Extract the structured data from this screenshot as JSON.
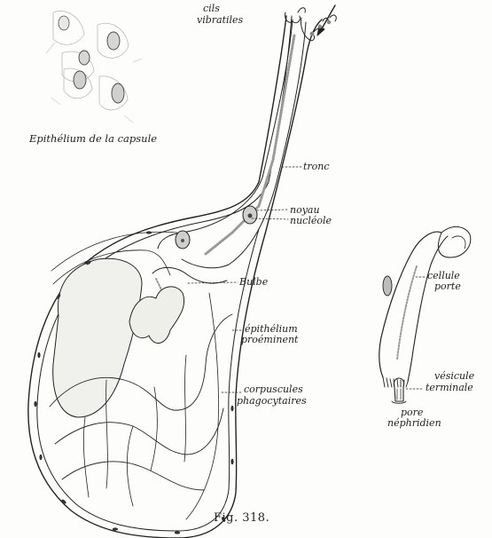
{
  "figure": {
    "caption": "Fig. 318.",
    "colors": {
      "ink": "#222222",
      "paper": "#fdfdfb",
      "stipple": "#8c8c8c"
    }
  },
  "labels": {
    "cils_vibratiles_1": "cils",
    "cils_vibratiles_2": "vibratiles",
    "epithelium_capsule": "Epithélium de la capsule",
    "tronc": "tronc",
    "noyau": "noyau",
    "nucleole": "nucléole",
    "bulbe": "Bulbe",
    "epithelium_proeminent_1": "épithélium",
    "epithelium_proeminent_2": "proéminent",
    "corpuscules_1": "corpuscules",
    "corpuscules_2": "phagocytaires",
    "cellule_porte_1": "cellule",
    "cellule_porte_2": "porte",
    "vesicule_1": "vésicule",
    "vesicule_2": "terminale",
    "pore_1": "pore",
    "pore_2": "néphridien"
  }
}
